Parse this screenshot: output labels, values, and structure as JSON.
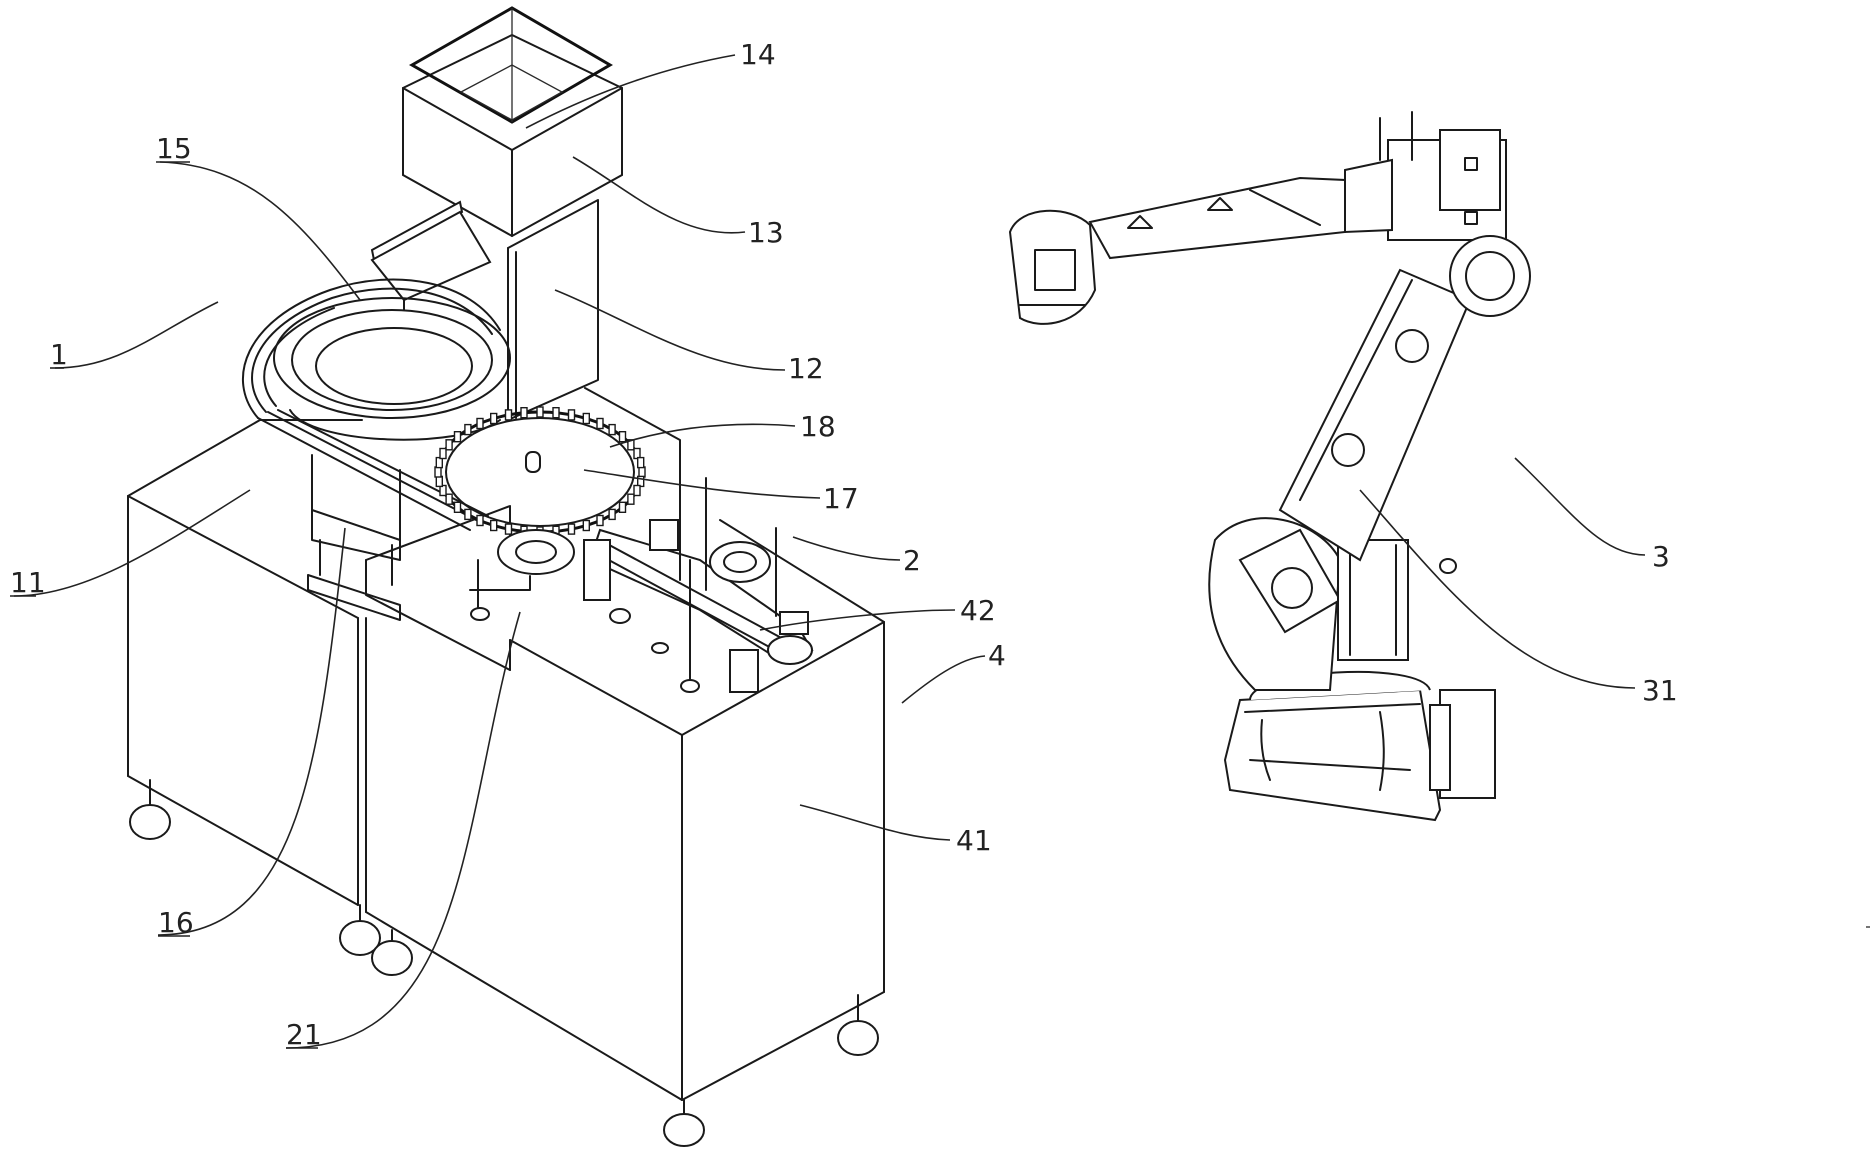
{
  "figure": {
    "type": "patent-line-drawing",
    "components": {
      "feeding_system": "1",
      "support_base": "11",
      "column": "12",
      "storage_box": "13",
      "hopper": "14",
      "vibratory_bowl": "15",
      "bowl_bracket": "16",
      "turntable": "17",
      "turntable_slots": "18",
      "assembly_station": "2",
      "clamp_fixture": "21",
      "robot": "3",
      "robot_base": "31",
      "workbench": "4",
      "cabinet": "41",
      "conveyor": "42"
    },
    "labels": [
      {
        "id": "14",
        "text": "14",
        "underlined": false
      },
      {
        "id": "15",
        "text": "15",
        "underlined": true
      },
      {
        "id": "13",
        "text": "13",
        "underlined": false
      },
      {
        "id": "1",
        "text": "1",
        "underlined": true
      },
      {
        "id": "12",
        "text": "12",
        "underlined": false
      },
      {
        "id": "18",
        "text": "18",
        "underlined": false
      },
      {
        "id": "17",
        "text": "17",
        "underlined": false
      },
      {
        "id": "11",
        "text": "11",
        "underlined": true
      },
      {
        "id": "2",
        "text": "2",
        "underlined": false
      },
      {
        "id": "42",
        "text": "42",
        "underlined": false
      },
      {
        "id": "4",
        "text": "4",
        "underlined": false
      },
      {
        "id": "41",
        "text": "41",
        "underlined": false
      },
      {
        "id": "16",
        "text": "16",
        "underlined": true
      },
      {
        "id": "21",
        "text": "21",
        "underlined": true
      },
      {
        "id": "3",
        "text": "3",
        "underlined": false
      },
      {
        "id": "31",
        "text": "31",
        "underlined": false
      }
    ],
    "colors": {
      "line": "#1a1a1a",
      "background": "#ffffff"
    }
  }
}
